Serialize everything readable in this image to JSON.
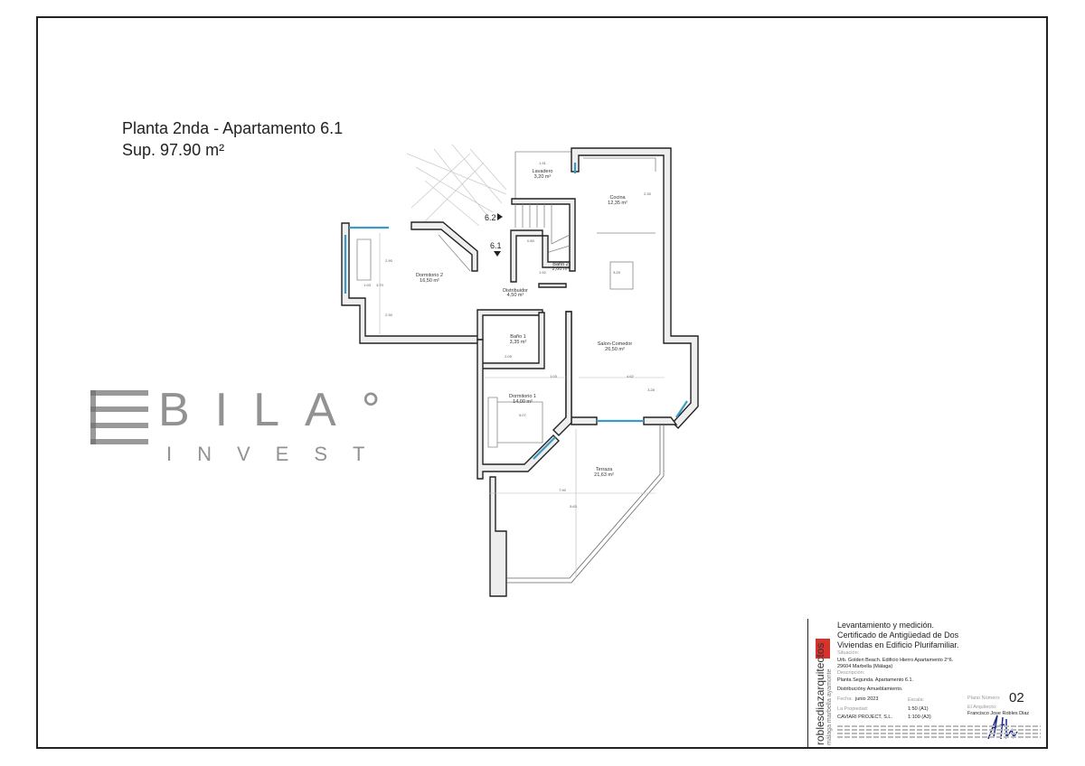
{
  "title": {
    "line1": "Planta 2nda - Apartamento  6.1",
    "line2": "Sup. 97.90 m²"
  },
  "rooms": [
    {
      "name": "Lavadero",
      "area": "3,20 m²"
    },
    {
      "name": "Cocina",
      "area": "12,35 m²"
    },
    {
      "name": "Dormitorio 2",
      "area": "16,50 m²"
    },
    {
      "name": "Baño 2",
      "area": "2,00 m²"
    },
    {
      "name": "Distribuidor",
      "area": "4,50 m²"
    },
    {
      "name": "Baño 1",
      "area": "3,35 m²"
    },
    {
      "name": "Salon-Comedor",
      "area": "26,50 m²"
    },
    {
      "name": "Dormitorio 1",
      "area": "14,00 m²"
    },
    {
      "name": "Terraza",
      "area": "21,63 m²"
    }
  ],
  "markers": [
    "6.2",
    "6.1"
  ],
  "dimensions": [
    "1.91",
    "2.90",
    "2.30",
    "3.29",
    "1.92",
    "0.80",
    "1.93",
    "3.70",
    "1.03",
    "4.62",
    "3.28",
    "5.07",
    "7.90",
    "5.63",
    "2.09",
    "2.30"
  ],
  "watermark": {
    "brand": "BILA°",
    "sub": "INVEST"
  },
  "title_block": {
    "heading1": "Levantamiento y medición.",
    "heading2": "Certificado de Antigüedad de Dos",
    "heading3": "Viviendas en Edificio Plurifamiliar.",
    "situacion_label": "Situación:",
    "situacion1": "Urb. Golden Beach. Edificio Hierro Apartamento  2°6.",
    "situacion2": "29604 Marbella (Málaga)",
    "descripcion_label": "Descripción:",
    "descripcion1": "Planta Segunda. Apartamento  6.1.",
    "descripcion2": "Distribucióny Amueblamiento.",
    "fecha_label": "Fecha:",
    "fecha": "junio 2023",
    "escala_label": "Escala:",
    "escala1": "1:50 (A1)",
    "escala2": "1:100 (A3)",
    "propiedad_label": "La Propiedad:",
    "propiedad": "CAVIARI PROJECT, S.L.",
    "plano_label": "Plano Número:",
    "plano": "02",
    "arquitecto_label": "El Arquitecto:",
    "arquitecto": "Francisco Jose Robles Diaz",
    "firm": "roblesdiazarquitectos",
    "cities": "málaga  marbella  ayamonte"
  }
}
